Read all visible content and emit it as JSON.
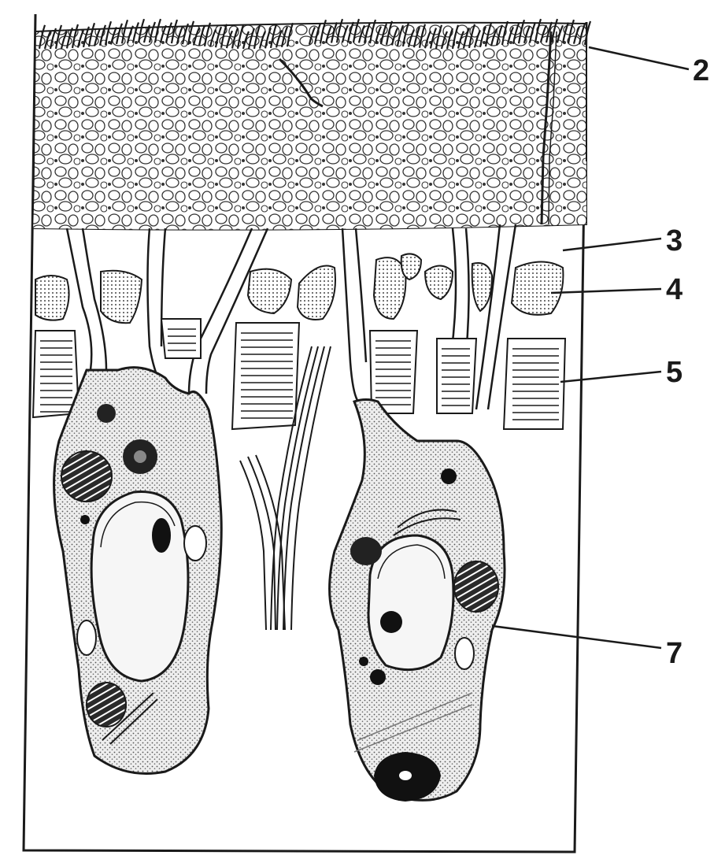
{
  "labels": {
    "l2": "2",
    "l3": "3",
    "l4": "4",
    "l5": "5",
    "l7": "7"
  },
  "colors": {
    "ink": "#1a1a1a",
    "cytoplasm": "#dcdcdc",
    "paper": "#ffffff",
    "dark": "#111111"
  }
}
